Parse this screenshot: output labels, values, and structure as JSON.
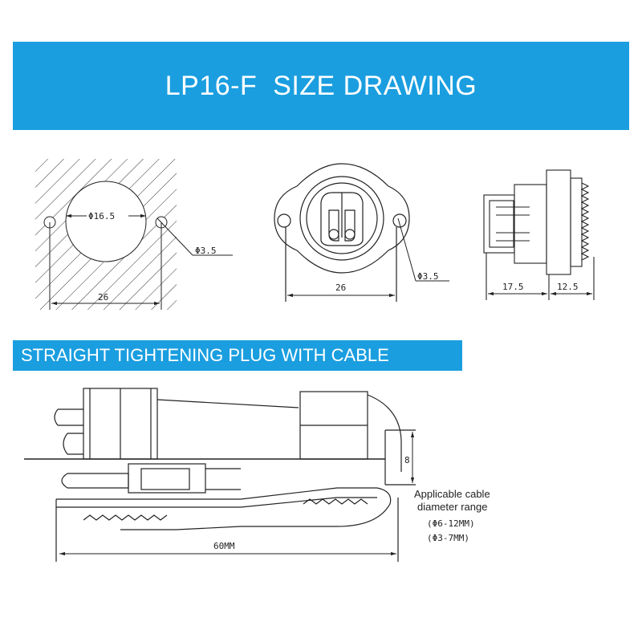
{
  "header": {
    "title": "LP16-F  SIZE DRAWING"
  },
  "panel_cutout": {
    "hole_diameter": "Φ16.5",
    "screw_hole": "Φ3.5",
    "spacing": "26"
  },
  "front_view": {
    "screw_hole": "Φ3.5",
    "spacing": "26"
  },
  "side_view": {
    "length_a": "17.5",
    "length_b": "12.5"
  },
  "section": {
    "title": "STRAIGHT TIGHTENING PLUG WITH CABLE"
  },
  "plug_drawing": {
    "length": "60MM",
    "height": "8",
    "cable_note_1": "Applicable cable",
    "cable_note_2": "diameter range",
    "range_1": "(Φ6-12MM)",
    "range_2": "(Φ3-7MM)"
  },
  "colors": {
    "accent": "#1a9ee0",
    "line": "#222222"
  }
}
